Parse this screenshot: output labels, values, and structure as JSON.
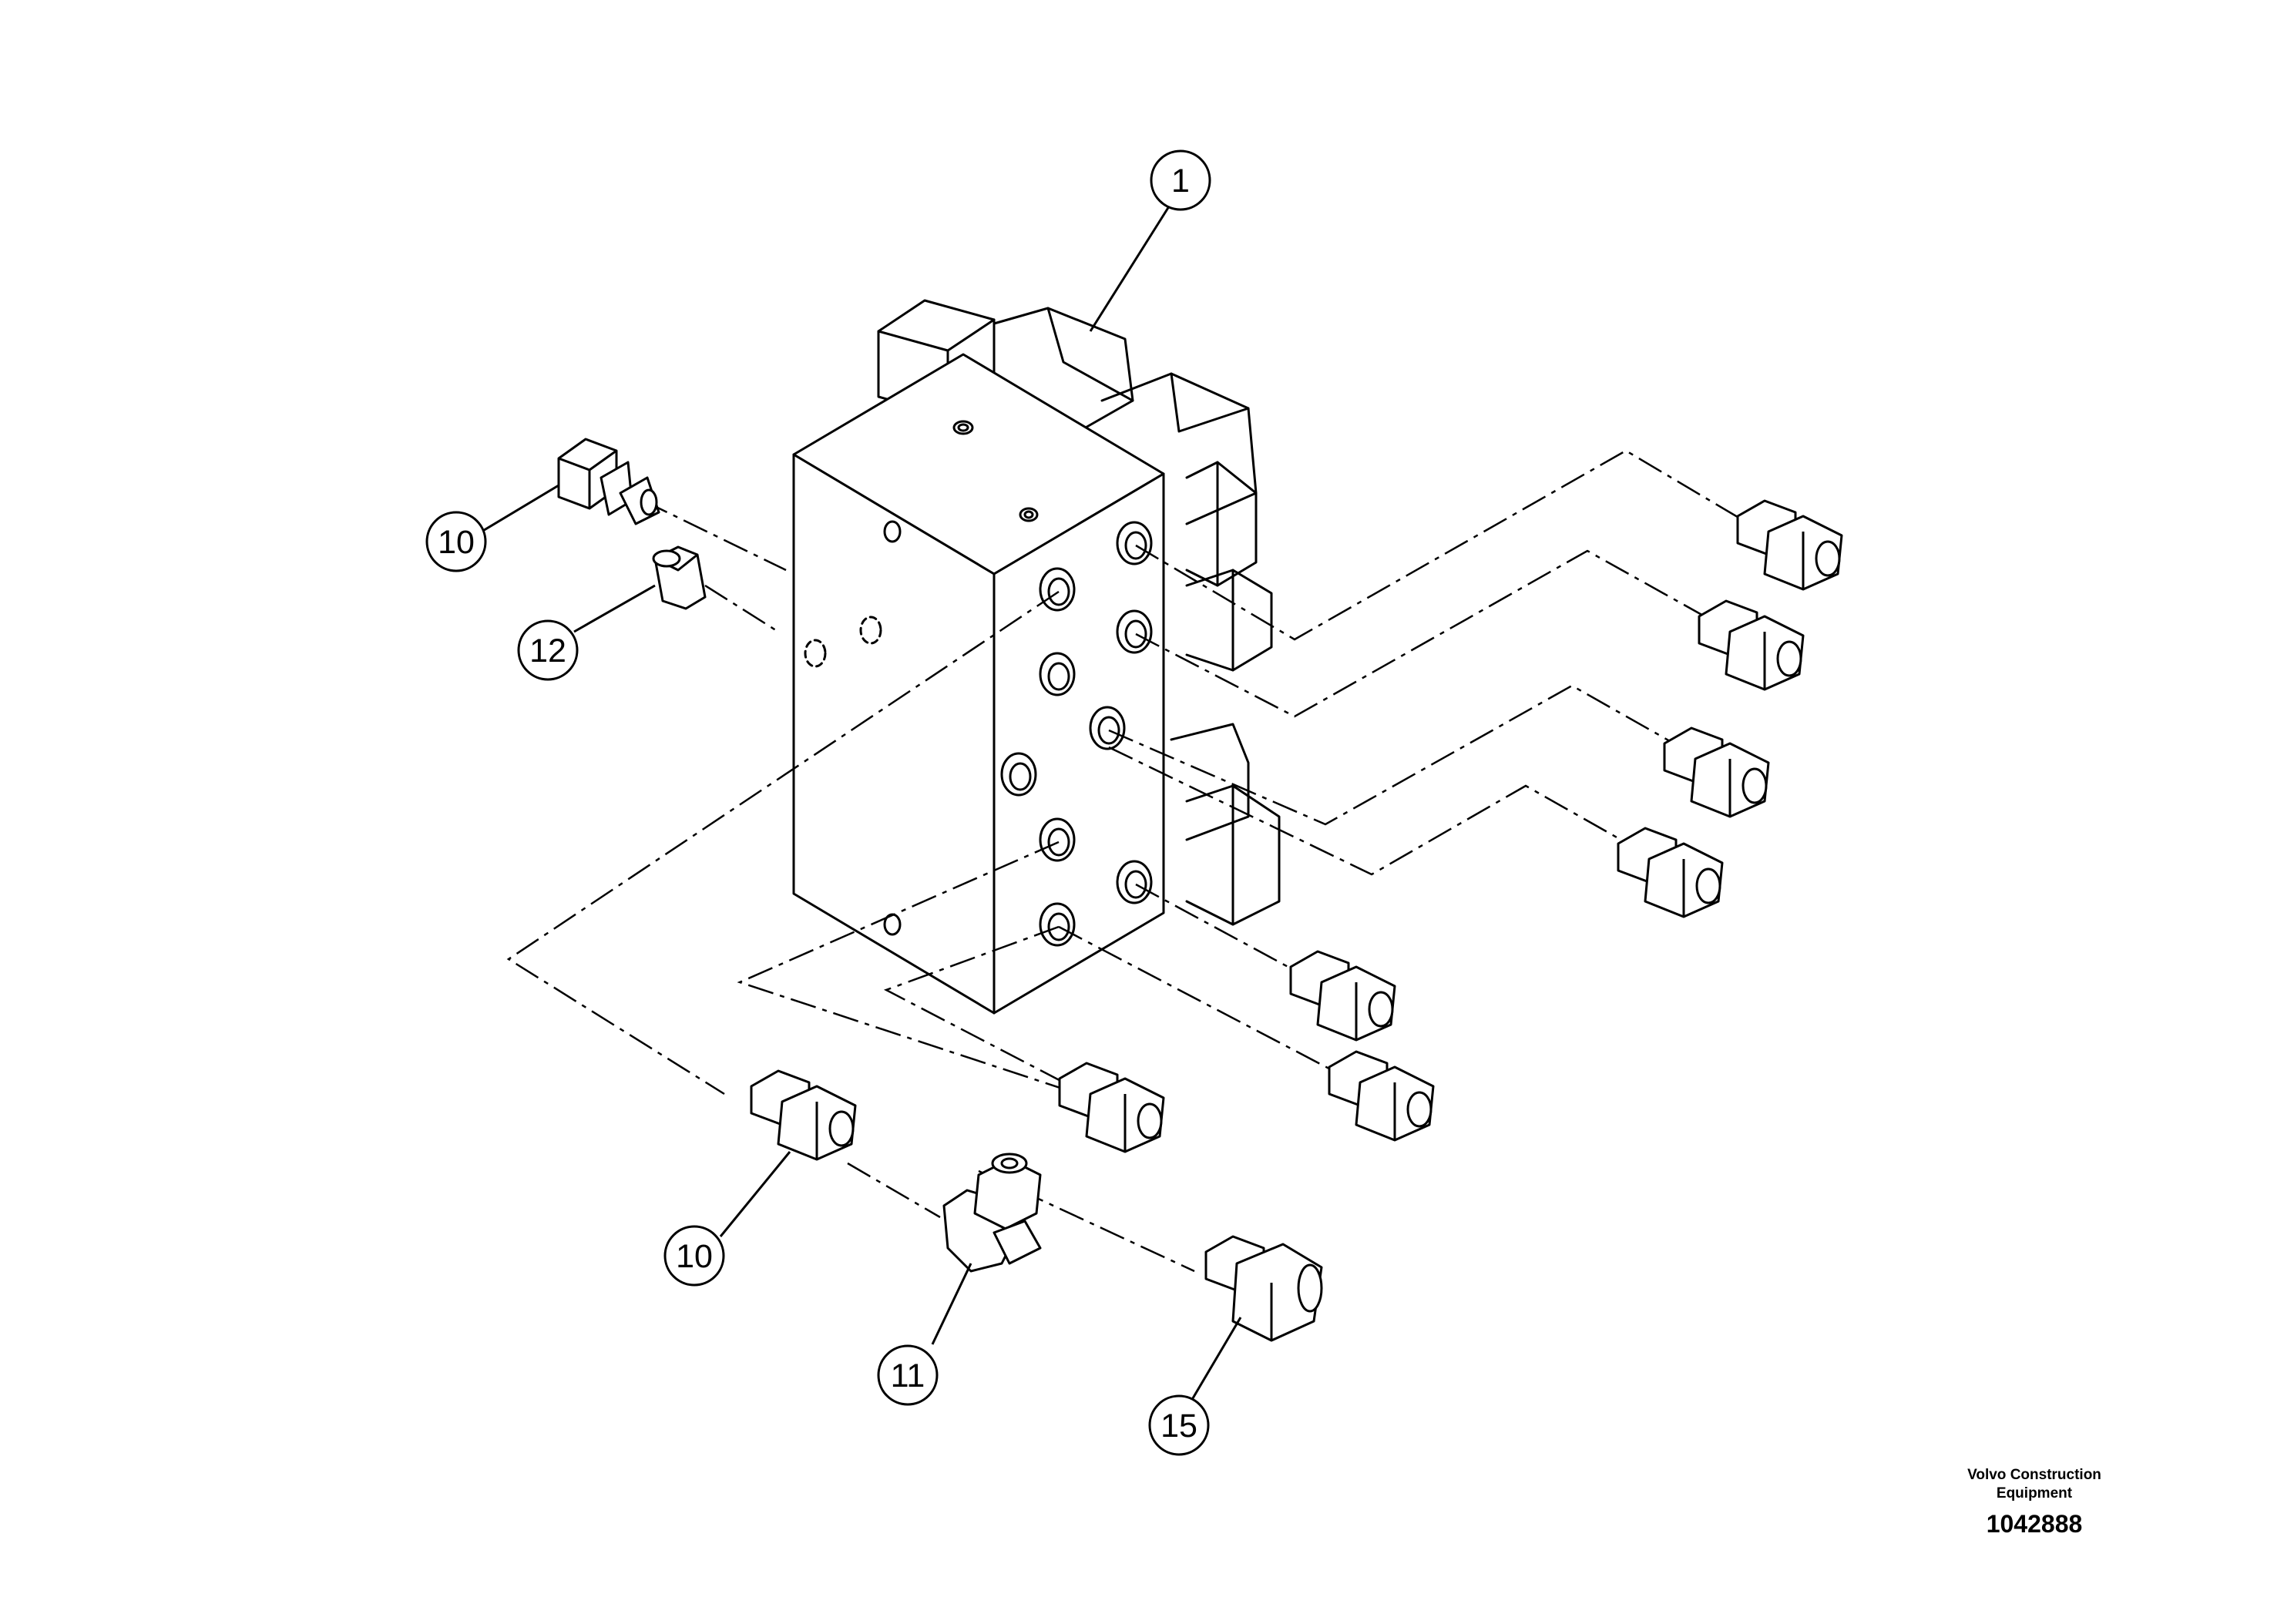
{
  "diagram": {
    "callouts": [
      "1",
      "10",
      "12",
      "10",
      "11",
      "15"
    ]
  },
  "caption": {
    "company_line1": "Volvo Construction",
    "company_line2": "Equipment",
    "figure_number": "1042888"
  }
}
